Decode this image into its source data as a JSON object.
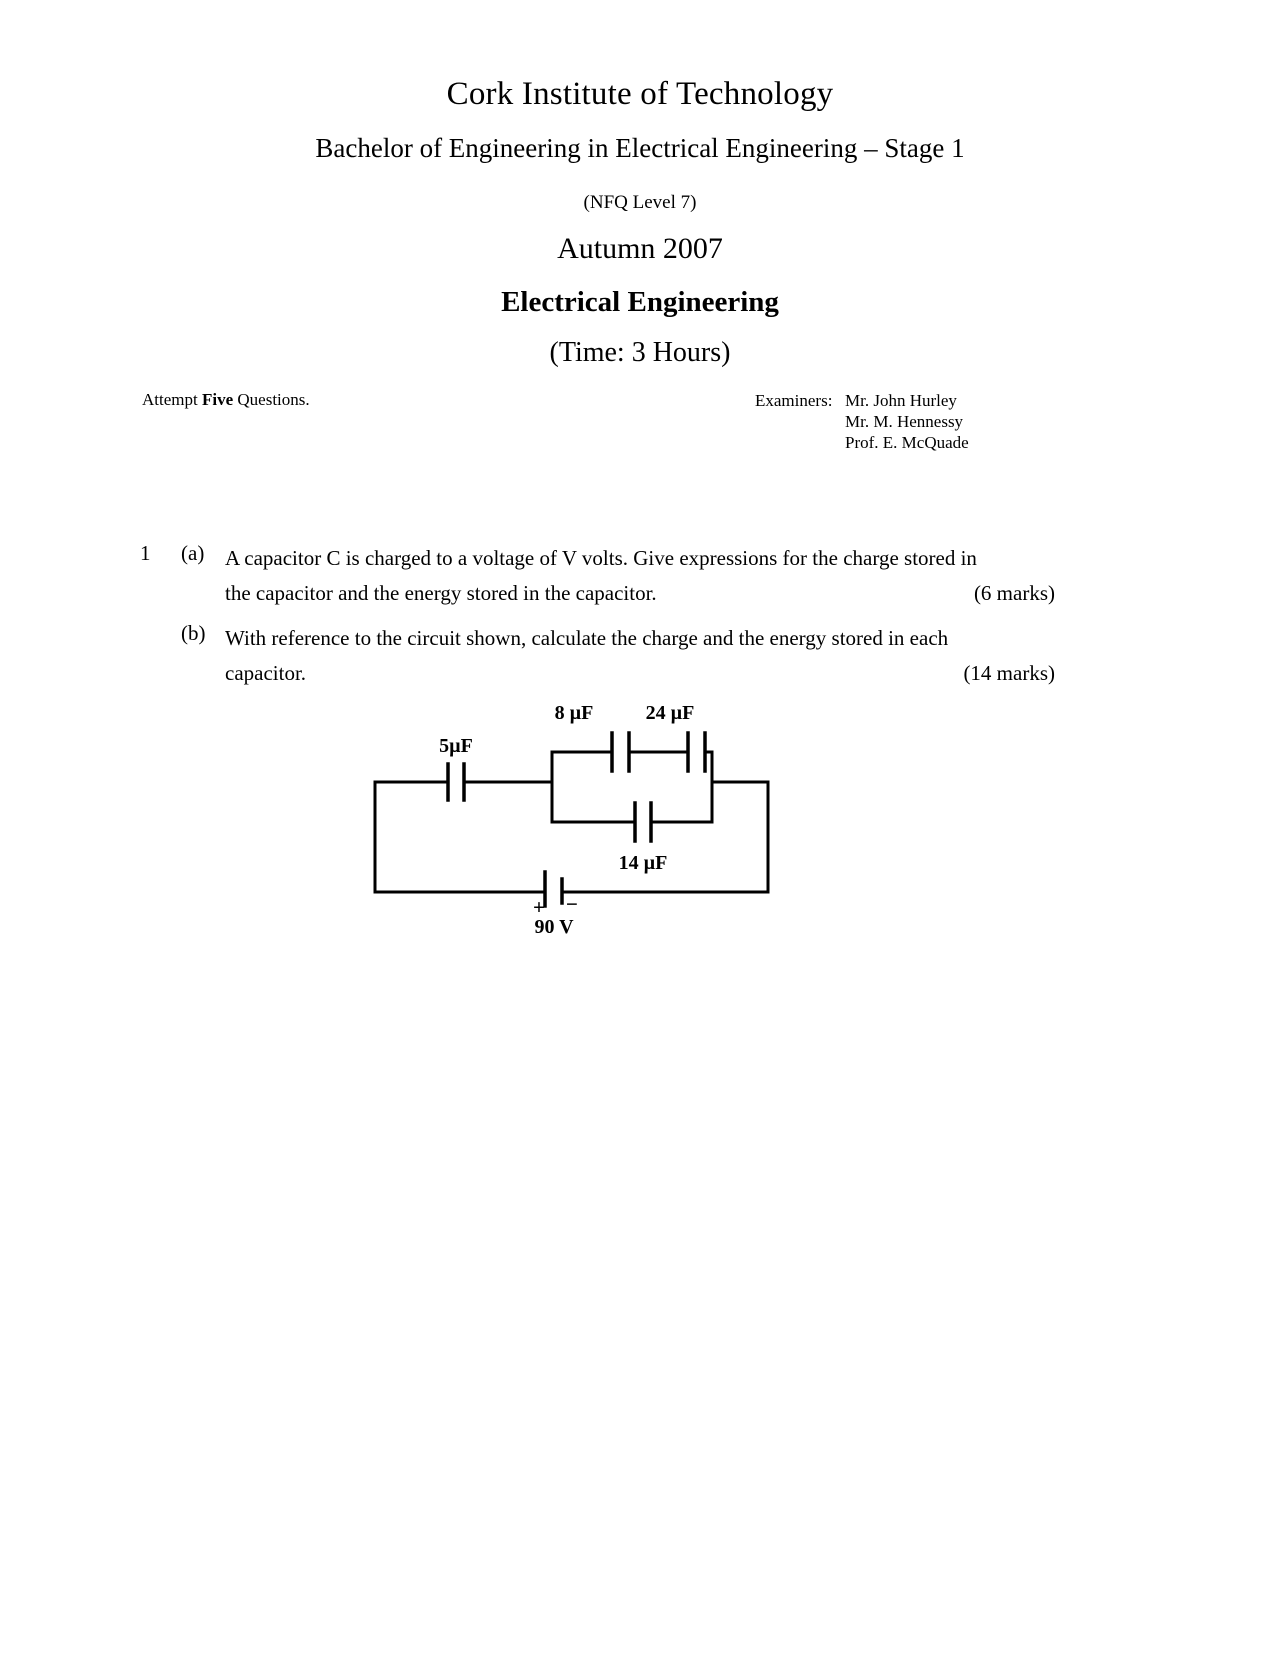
{
  "header": {
    "institution": "Cork Institute of Technology",
    "course": "Bachelor of Engineering in Electrical Engineering – Stage 1",
    "nfq_level": "(NFQ Level 7)",
    "session": "Autumn 2007",
    "subject": "Electrical Engineering",
    "duration": "(Time: 3 Hours)"
  },
  "instructions": {
    "attempt_prefix": "Attempt ",
    "attempt_count": "Five",
    "attempt_suffix": " Questions.",
    "examiners_label": "Examiners:",
    "examiners": [
      "Mr. John Hurley",
      "Mr. M. Hennessy",
      "Prof. E. McQuade"
    ]
  },
  "question": {
    "number": "1",
    "parts": [
      {
        "label": "(a)",
        "line1": "A capacitor C is charged to a voltage of V volts. Give expressions for the charge stored in",
        "line2": "the capacitor and the energy stored in the capacitor.",
        "marks": "(6 marks)"
      },
      {
        "label": "(b)",
        "line1": "With reference to the circuit shown, calculate the charge and the energy stored in each",
        "line2": "capacitor.",
        "marks": "(14 marks)"
      }
    ]
  },
  "circuit": {
    "labels": {
      "c_series": "5µF",
      "c_top_left": "8 µF",
      "c_top_right": "24 µF",
      "c_bottom": "14 µF",
      "source_voltage": "90 V",
      "terminal_positive": "+",
      "terminal_negative": "−"
    },
    "stroke_color": "#000000"
  }
}
